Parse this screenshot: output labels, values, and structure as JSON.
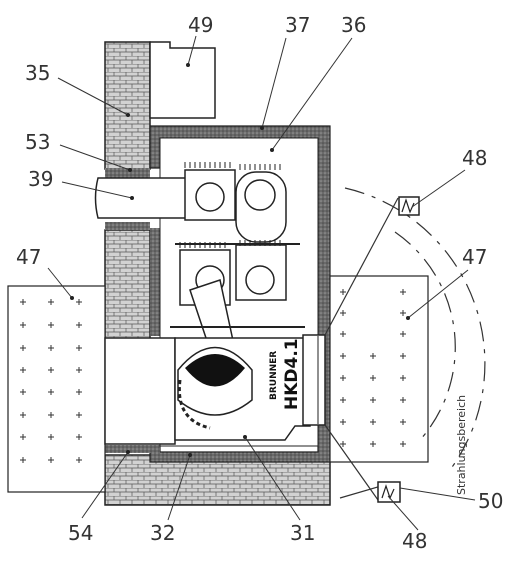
{
  "labels": {
    "n49": "49",
    "n37": "37",
    "n36": "36",
    "n35": "35",
    "n53": "53",
    "n39": "39",
    "n48a": "48",
    "n47l": "47",
    "n47r": "47",
    "n50": "50",
    "n54": "54",
    "n32": "32",
    "n31": "31",
    "n48b": "48"
  },
  "radiation_zone_text": "Strahlungsbereich",
  "stove_brand": "BRUNNER",
  "stove_model": "HKD4.1",
  "colors": {
    "line": "#222222",
    "brick_fill": "#cfcfcf",
    "insulation": "#666666",
    "panel": "#ffffff"
  }
}
